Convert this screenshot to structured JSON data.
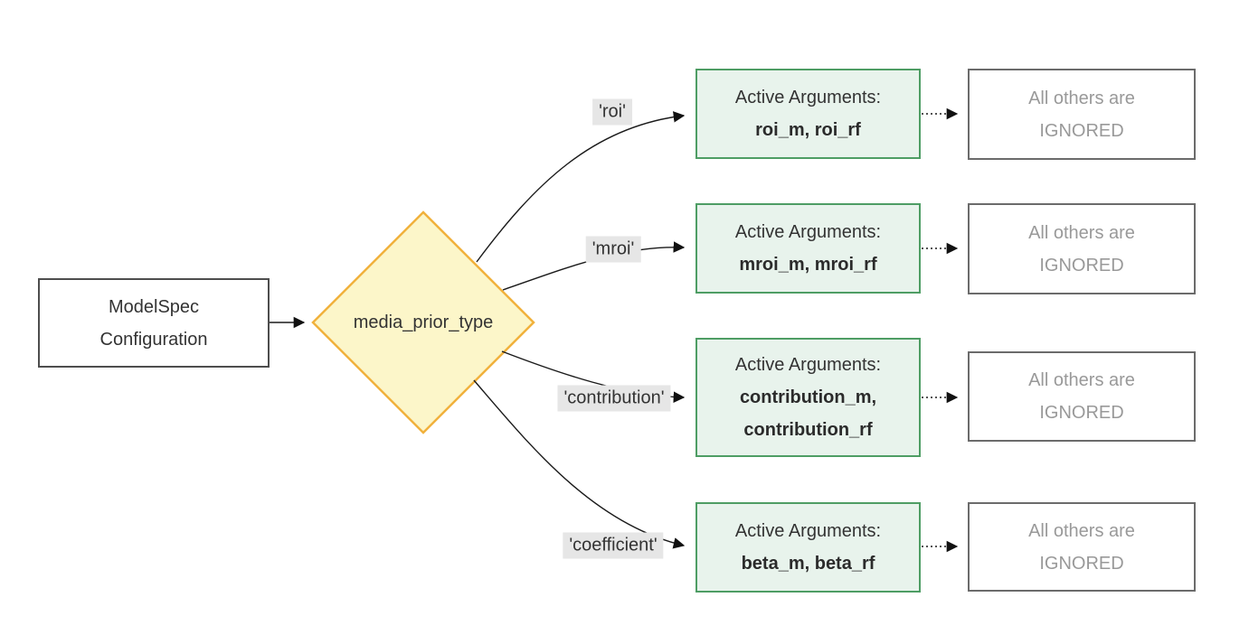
{
  "root_node": {
    "label": "ModelSpec\nConfiguration"
  },
  "decision_node": {
    "label": "media_prior_type"
  },
  "branches": [
    {
      "condition_label": "'roi'",
      "active_box": {
        "heading": "Active Arguments:",
        "args": "roi_m, roi_rf"
      },
      "ignored_box": {
        "text": "All others are\nIGNORED"
      }
    },
    {
      "condition_label": "'mroi'",
      "active_box": {
        "heading": "Active Arguments:",
        "args": "mroi_m, mroi_rf"
      },
      "ignored_box": {
        "text": "All others are\nIGNORED"
      }
    },
    {
      "condition_label": "'contribution'",
      "active_box": {
        "heading": "Active Arguments:",
        "args": "contribution_m, contribution_rf"
      },
      "ignored_box": {
        "text": "All others are\nIGNORED"
      }
    },
    {
      "condition_label": "'coefficient'",
      "active_box": {
        "heading": "Active Arguments:",
        "args": "beta_m, beta_rf"
      },
      "ignored_box": {
        "text": "All others are\nIGNORED"
      }
    }
  ],
  "colors": {
    "decision_fill": "#fcf6c9",
    "decision_border": "#f1b13c",
    "active_fill": "#e8f3ec",
    "active_border": "#4e9d64",
    "condition_chip_bg": "#e6e6e6",
    "ignored_text": "#999999",
    "ignored_border": "#6b6b6b",
    "edge": "#1a1a1a",
    "text": "#333333"
  }
}
